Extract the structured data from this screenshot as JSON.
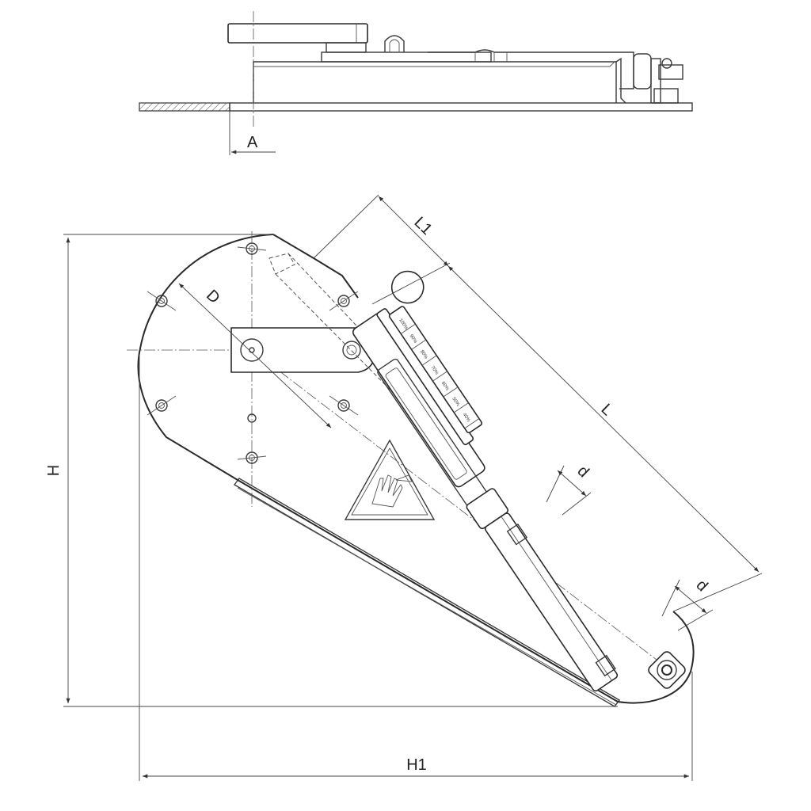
{
  "dimensions": {
    "A": "A",
    "L1": "L1",
    "D": "D",
    "L": "L",
    "d_upper": "d",
    "d_lower": "d",
    "H": "H",
    "H1": "H1"
  },
  "graduations": [
    "100%",
    "90%",
    "80%",
    "70%",
    "60%",
    "50%",
    "40%"
  ],
  "icons": {
    "warning": "hand-crush-warning-icon"
  }
}
